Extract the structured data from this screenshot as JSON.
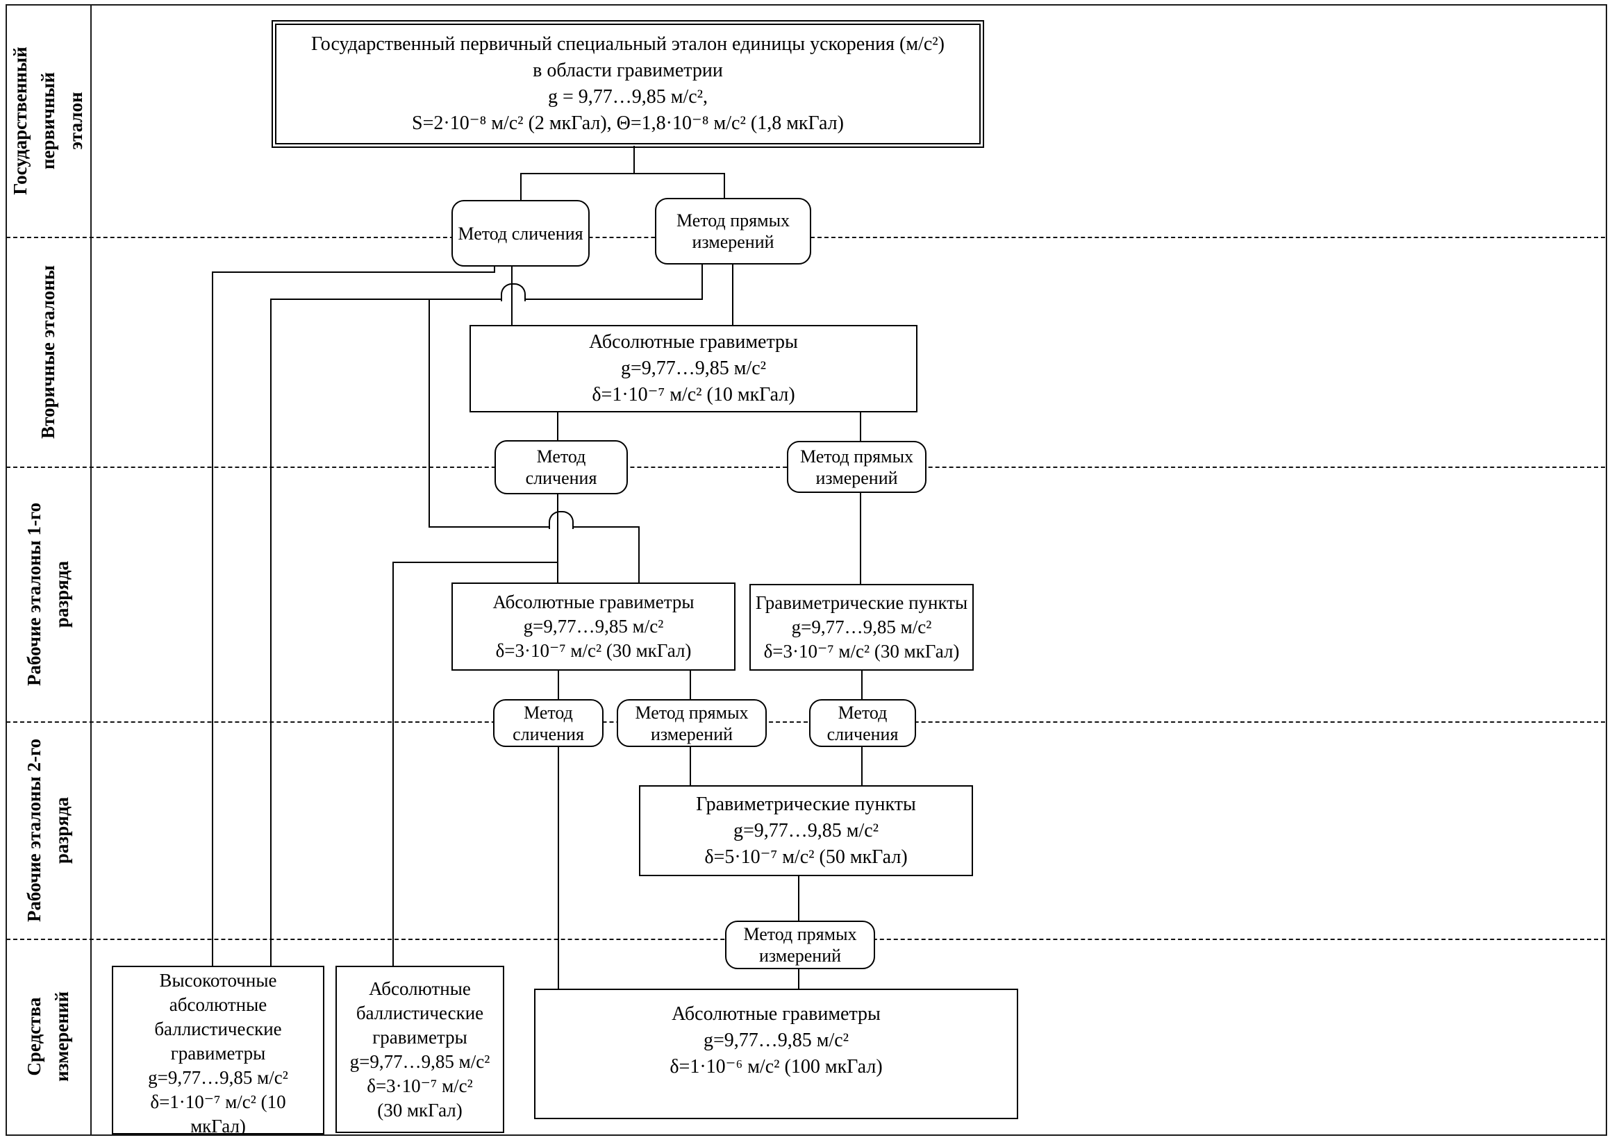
{
  "colors": {
    "line": "#000000",
    "background": "#ffffff"
  },
  "tiers": [
    {
      "label_lines": [
        "Государственный",
        "первичный",
        "эталон"
      ]
    },
    {
      "label_lines": [
        "Вторичные эталоны"
      ]
    },
    {
      "label_lines": [
        "Рабочие эталоны 1-го",
        "разряда"
      ]
    },
    {
      "label_lines": [
        "Рабочие эталоны 2-го",
        "разряда"
      ]
    },
    {
      "label_lines": [
        "Средства",
        "измерений"
      ]
    }
  ],
  "nodes": {
    "primary": {
      "lines": [
        "Государственный первичный специальный эталон единицы ускорения (м/с²)",
        "в области гравиметрии",
        "g = 9,77…9,85 м/с²,",
        "S=2·10⁻⁸ м/с² (2 мкГал), Θ=1,8·10⁻⁸ м/с² (1,8 мкГал)"
      ]
    },
    "method_comparison_1": {
      "lines": [
        "Метод сличения"
      ]
    },
    "method_direct_1": {
      "lines": [
        "Метод прямых",
        "измерений"
      ]
    },
    "secondary_abs_gravimeters": {
      "lines": [
        "Абсолютные гравиметры",
        "g=9,77…9,85 м/с²",
        "δ=1·10⁻⁷ м/с² (10 мкГал)"
      ]
    },
    "method_comparison_2": {
      "lines": [
        "Метод",
        "сличения"
      ]
    },
    "method_direct_2": {
      "lines": [
        "Метод прямых",
        "измерений"
      ]
    },
    "abs_gravimeters_1st": {
      "lines": [
        "Абсолютные гравиметры",
        "g=9,77…9,85 м/с²",
        "δ=3·10⁻⁷ м/с² (30 мкГал)"
      ]
    },
    "grav_points_1st": {
      "lines": [
        "Гравиметрические пункты",
        "g=9,77…9,85 м/с²",
        "δ=3·10⁻⁷ м/с² (30 мкГал)"
      ]
    },
    "method_comparison_3a": {
      "lines": [
        "Метод",
        "сличения"
      ]
    },
    "method_direct_3": {
      "lines": [
        "Метод прямых",
        "измерений"
      ]
    },
    "method_comparison_3b": {
      "lines": [
        "Метод",
        "сличения"
      ]
    },
    "grav_points_2nd": {
      "lines": [
        "Гравиметрические пункты",
        "g=9,77…9,85 м/с²",
        "δ=5·10⁻⁷ м/с² (50 мкГал)"
      ]
    },
    "method_direct_4": {
      "lines": [
        "Метод прямых",
        "измерений"
      ]
    },
    "highprec_ballistic": {
      "lines": [
        "Высокоточные",
        "абсолютные",
        "баллистические",
        "гравиметры",
        "g=9,77…9,85 м/с²",
        "δ=1·10⁻⁷ м/с² (10",
        "мкГал)"
      ]
    },
    "abs_ballistic": {
      "lines": [
        "Абсолютные",
        "баллистические",
        "гравиметры",
        "g=9,77…9,85 м/с²",
        "δ=3·10⁻⁷ м/с²",
        "(30 мкГал)"
      ]
    },
    "abs_gravimeters_mi": {
      "lines": [
        "Абсолютные гравиметры",
        "g=9,77…9,85 м/с²",
        "δ=1·10⁻⁶ м/с² (100 мкГал)"
      ]
    }
  }
}
